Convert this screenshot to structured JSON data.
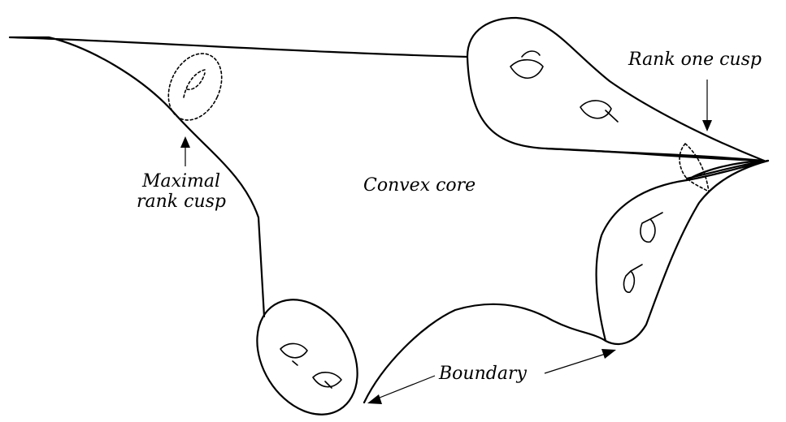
{
  "labels": {
    "rank_one_cusp": "Rank one cusp",
    "maximal_line1": "Maximal",
    "maximal_line2": "rank cusp",
    "convex_core": "Convex core",
    "boundary": "Boundary"
  }
}
